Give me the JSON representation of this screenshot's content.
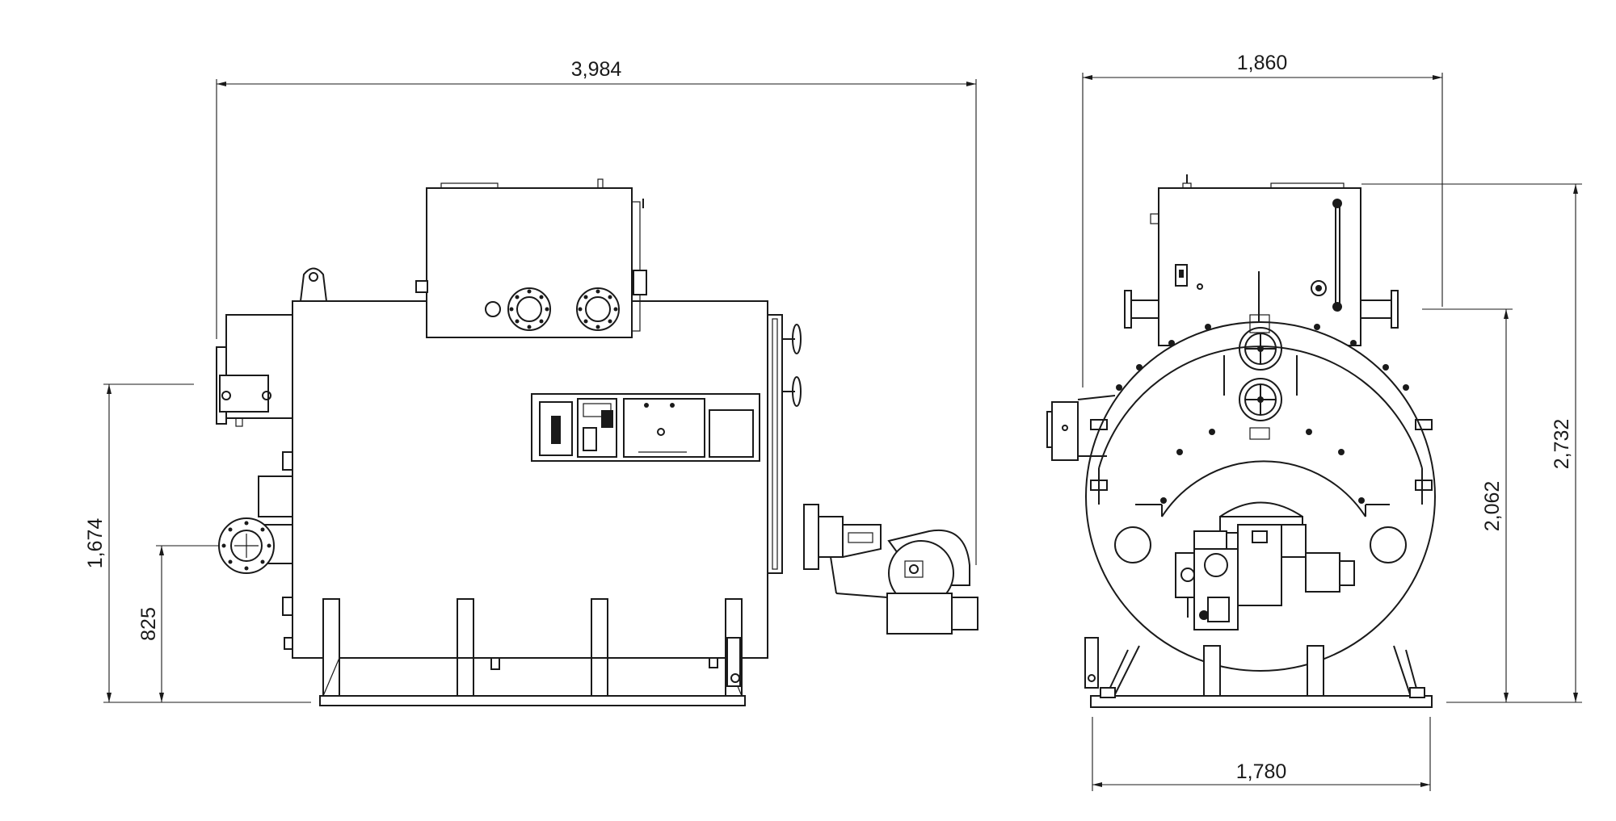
{
  "dimensions": {
    "side_overall_length": "3,984",
    "side_height_outlet": "1,674",
    "side_height_inlet": "825",
    "front_overall_width": "1,860",
    "front_base_width": "1,780",
    "front_total_height": "2,732",
    "front_outlet_height": "2,062"
  },
  "colors": {
    "line": "#1a1a1a",
    "background": "#ffffff"
  }
}
